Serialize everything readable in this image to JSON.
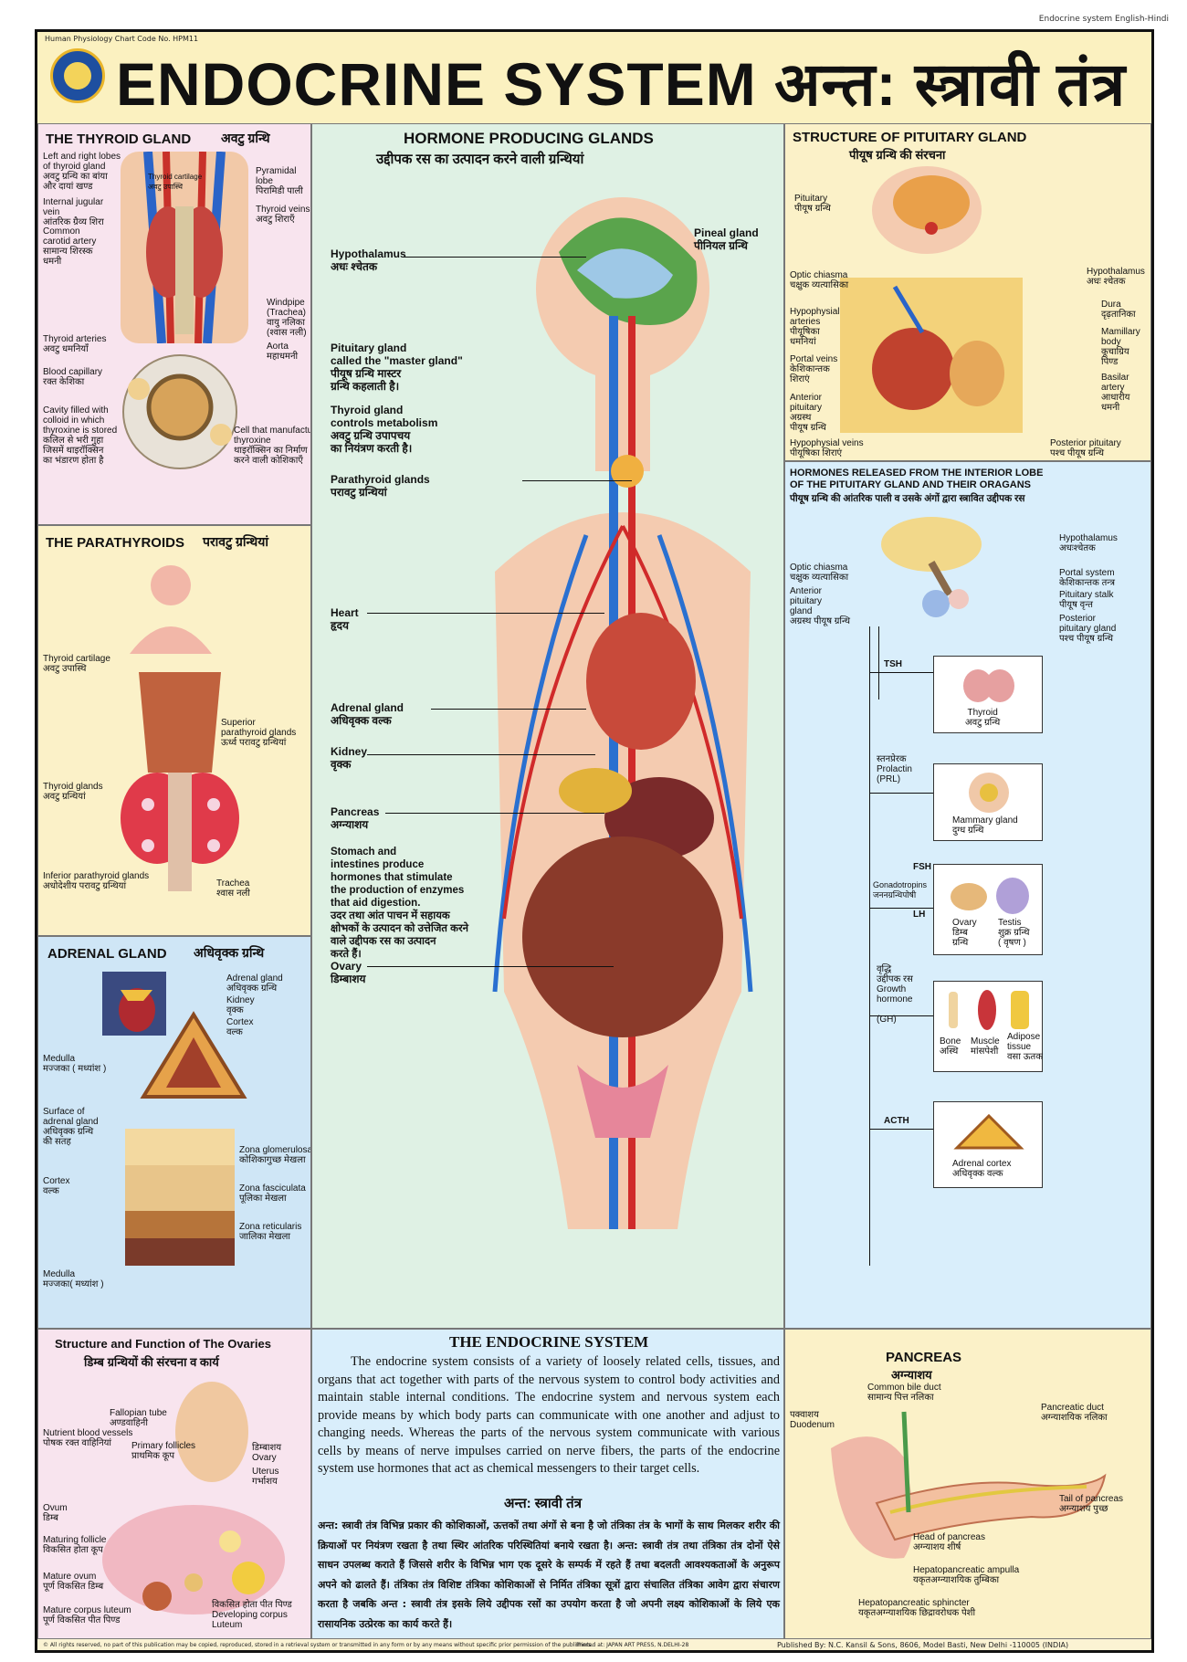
{
  "top_right_note": "Endocrine system English-Hindi",
  "code_line": "Human Physiology Chart Code No. HPM11",
  "title": "ENDOCRINE SYSTEM अन्त: स्त्रावी तंत्र",
  "thyroid": {
    "title": "THE THYROID GLAND",
    "title_hi": "अवटु ग्रन्थि",
    "labels": {
      "lobes": "Left and right lobes\nof thyroid gland\nअवटु ग्रन्थि का बांया\nऔर दायां खण्ड",
      "cartilage": "Thyroid cartilage\nअवटु उपास्थि",
      "pyramidal": "Pyramidal\nlobe\nपिरामिडी पाली",
      "jugular": "Internal jugular\nvein\nआंतरिक ग्रैव्य शिरा",
      "carotid": "Common\ncarotid artery\nसामान्य शिरस्क\nधमनी",
      "veins": "Thyroid veins\nअवटु शिराएँ",
      "windpipe": "Windpipe\n(Trachea)\nवायु नलिका\n(श्वास नली)",
      "arteries": "Thyroid arteries\nअवटु धमनियाँ",
      "aorta": "Aorta\nमहाधमनी",
      "capillary": "Blood capillary\nरक्त केशिका",
      "cavity": "Cavity filled with\ncolloid in which\nthyroxine is stored\nकलिल से भरी गुहा\nजिसमें थाइरॉक्सिन\nका भंडारण होता है",
      "cell": "Cell that manufacture\nthyroxine\nथाइरॉक्सिन का निर्माण\nकरने वाली कोशिकाएँ"
    }
  },
  "parathyroids": {
    "title": "THE PARATHYROIDS",
    "title_hi": "परावटु ग्रन्थियां",
    "labels": {
      "cartilage": "Thyroid cartilage\nअवटु उपास्थि",
      "superior": "Superior\nparathyroid glands\nऊर्ध्व परावटु ग्रन्थियां",
      "thyroid_glands": "Thyroid glands\nअवटु ग्रन्थियां",
      "inferior": "Inferior parathyroid glands\nअधोदेशीय परावटु ग्रन्थियां",
      "trachea": "Trachea\nश्वास नली"
    }
  },
  "adrenal": {
    "title": "ADRENAL GLAND",
    "title_hi": "अधिवृक्क ग्रन्थि",
    "labels": {
      "gland": "Adrenal gland\nअधिवृक्क ग्रन्थि",
      "kidney": "Kidney\nवृक्क",
      "cortex_top": "Cortex\nवल्क",
      "medulla": "Medulla\nमज्जका ( मध्यांश )",
      "surface": "Surface of\nadrenal gland\nअधिवृक्क ग्रन्थि\nकी सतह",
      "glomerulosa": "Zona glomerulosa\nकोशिकागुच्छ मेखला",
      "cortex": "Cortex\nवल्क",
      "fasciculata": "Zona fasciculata\nपूलिका मेखला",
      "reticularis": "Zona reticularis\nजालिका मेखला",
      "medulla2": "Medulla\nमज्जका( मध्यांश )"
    }
  },
  "ovaries": {
    "title": "Structure and Function of The Ovaries",
    "title_hi": "डिम्ब ग्रन्थियों की संरचना व कार्य",
    "labels": {
      "fallopian": "Fallopian tube\nअण्डवाहिनी",
      "nutrient": "Nutrient blood vessels\nपोषक रक्त वाहिनियां",
      "primary": "Primary follicles\nप्राथमिक कूप",
      "ovary": "डिम्बाशय\nOvary",
      "uterus": "Uterus\nगर्भाशय",
      "ovum": "Ovum\nडिम्ब",
      "maturing": "Maturing follicle\nविकसित होता कूप",
      "mature_ovum": "Mature ovum\nपूर्ण विकसित डिम्ब",
      "corpus": "Mature corpus luteum\nपूर्ण विकसित पीत पिण्ड",
      "developing": "विकसित होता पीत पिण्ड\nDeveloping corpus\nLuteum"
    }
  },
  "center": {
    "title": "HORMONE PRODUCING GLANDS",
    "title_hi": "उद्दीपक रस का उत्पादन करने वाली ग्रन्थियां",
    "labels": {
      "pineal": "Pineal gland\nपीनियल ग्रन्थि",
      "hypothalamus": "Hypothalamus\nअधः श्चेतक",
      "pituitary": "Pituitary gland\ncalled the \"master gland\"\nपीयूष ग्रन्थि मास्टर\nग्रन्थि कहलाती है।",
      "thyroid": "Thyroid gland\ncontrols metabolism\nअवटु ग्रन्थि उपापचय\nका नियंत्रण करती है।",
      "parathyroid": "Parathyroid glands\nपरावटु ग्रन्थियां",
      "heart": "Heart\nहृदय",
      "adrenal": "Adrenal gland\nअधिवृक्क वल्क",
      "kidney": "Kidney\nवृक्क",
      "pancreas": "Pancreas\nअग्न्याशय",
      "stomach": "Stomach and\nintestines produce\nhormones that stimulate\nthe production of enzymes\nthat aid digestion.\nउदर तथा आंत पाचन में सहायक\nक्षोभकों के उत्पादन को उत्तेजित करने\nवाले उद्दीपक रस का उत्पादन\nकरते हैं।",
      "ovary": "Ovary\nडिम्बाशय"
    }
  },
  "pituitary_structure": {
    "title": "STRUCTURE OF PITUITARY GLAND",
    "title_hi": "पीयूष ग्रन्थि की संरचना",
    "labels": {
      "pituitary": "Pituitary\nपीयूष ग्रन्थि",
      "optic": "Optic chiasma\nचक्षुक व्यत्यासिका",
      "hypothalamus": "Hypothalamus\nअधः श्चेतक",
      "hypophysial": "Hypophysial\narteries\nपीयूषिका\nधमनियां",
      "dura": "Dura\nदृढ़तानिका",
      "mamillary": "Mamillary\nbody\nकूचाग्रिय\nपिण्ड",
      "portal": "Portal veins\nकेशिकान्तक\nशिराएं",
      "anterior": "Anterior\npituitary\nअग्रस्थ\nपीयूष ग्रन्थि",
      "basilar": "Basilar\nartery\nआधारीय\nधमनी",
      "hyp_veins": "Hypophysial veins\nपीयूषिका शिराएं",
      "posterior": "Posterior pituitary\nपश्च पीयूष ग्रन्थि"
    }
  },
  "hormones": {
    "title": "HORMONES RELEASED FROM THE INTERIOR LOBE\nOF THE PITUITARY GLAND AND THEIR ORAGANS",
    "title_hi": "पीयूष ग्रन्थि की आंतरिक पाली व उसके अंगों द्वारा स्त्रावित उद्दीपक रस",
    "labels": {
      "hypothalamus": "Hypothalamus\nअधःश्चेतक",
      "optic": "Optic chiasma\nचक्षुक व्यत्यासिका",
      "portal": "Portal system\nकेशिकान्तक तन्त्र",
      "stalk": "Pituitary stalk\nपीयूष वृन्त",
      "anterior": "Anterior\npituitary\ngland\nअग्रस्थ पीयूष ग्रन्थि",
      "posterior": "Posterior\npituitary gland\nपश्च पीयूष ग्रन्थि",
      "tsh": "TSH",
      "thyroid": "Thyroid\nअवटु ग्रन्थि",
      "prolactin": "स्तनप्रेरक\nProlactin\n(PRL)",
      "mammary": "Mammary gland\nदुग्ध ग्रन्थि",
      "fsh": "FSH",
      "gonadotropins": "Gonadotropins\nजननग्रन्थिपोषी",
      "lh": "LH",
      "ovary": "Ovary\nडिम्ब\nग्रन्थि",
      "testis": "Testis\nशुक्र ग्रन्थि\n( वृषण )",
      "growth": "वृद्धि\nउद्दीपक रस\nGrowth\nhormone\n\n(GH)",
      "bone": "Bone\nअस्थि",
      "muscle": "Muscle\nमांसपेशी",
      "adipose": "Adipose\ntissue\nवसा ऊतक",
      "acth": "ACTH",
      "adrenal_cortex": "Adrenal cortex\nअधिवृक्क वल्क"
    }
  },
  "endocrine_text": {
    "title": "THE ENDOCRINE SYSTEM",
    "english": "The endocrine system consists of a variety of loosely related cells, tissues, and organs that act together with parts of the nervous system to control body activities and maintain stable internal conditions. The endocrine system and nervous system each provide means by which body parts can communicate with one another and adjust to changing needs. Whereas the parts of the nervous system communicate with various cells by means of nerve impulses carried on nerve fibers, the parts of the endocrine system use hormones that act as chemical messengers to their target cells.",
    "title_hi": "अन्त: स्त्रावी तंत्र",
    "hindi": "अन्त: स्त्रावी तंत्र विभिन्न प्रकार की कोशिकाओं, ऊत्तकों तथा अंगों से बना है जो तंत्रिका तंत्र के भागों के साथ मिलकर शरीर की क्रियाओं पर नियंत्रण रखता है तथा स्थिर आंतरिक परिस्थितियां बनाये रखता है। अन्त: स्त्रावी तंत्र तथा तंत्रिका तंत्र दोनों ऐसे साधन उपलब्ध कराते हैं जिससे शरीर के विभिन्न भाग एक दूसरे के सम्पर्क में रहते हैं तथा बदलती आवश्यकताओं के अनुरूप अपने को ढालते हैं। तंत्रिका तंत्र विशिष्ट तंत्रिका कोशिकाओं से निर्मित तंत्रिका सूत्रों द्वारा संचालित तंत्रिका आवेग द्वारा संचारण करता है जबकि अन्त : स्त्रावी तंत्र इसके लिये उद्दीपक रसों का उपयोग करता है जो अपनी लक्ष्य कोशिकाओं के लिये एक रासायनिक उत्प्रेरक का कार्य करते हैं।"
  },
  "pancreas": {
    "title": "PANCREAS",
    "title_hi": "अग्न्याशय",
    "labels": {
      "bile": "Common bile duct\nसामान्य पित्त नलिका",
      "duodenum": "पक्वाशय\nDuodenum",
      "duct": "Pancreatic duct\nअग्न्याशयिक नलिका",
      "tail": "Tail of pancreas\nअग्न्याशय पुच्छ",
      "head": "Head of pancreas\nअग्न्याशय शीर्ष",
      "ampulla": "Hepatopancreatic ampulla\nयकृतअग्न्याशयिक तुम्बिका",
      "sphincter": "Hepatopancreatic sphincter\nयकृतअग्न्याशयिक छिद्रावरोधक पेशी"
    }
  },
  "footer": {
    "left": "© All rights reserved, no part of this publication may be copied, reproduced, stored in a retrieval system or transmitted in any form or by any means without specific prior permission of the publishers.",
    "mid": "Printed at: JAPAN ART PRESS, N.DELHI-28",
    "right": "Published By: N.C. Kansil & Sons, 8606, Model Basti, New Delhi -110005 (INDIA)"
  }
}
